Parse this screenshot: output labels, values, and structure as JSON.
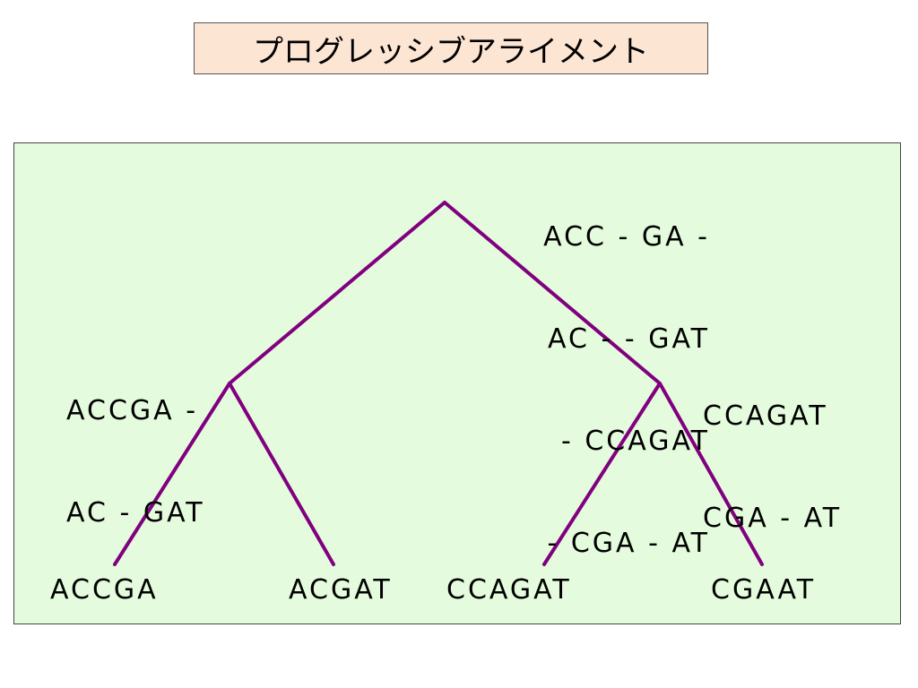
{
  "title": "プログレッシブアライメント",
  "colors": {
    "title_bg": "#fde5d3",
    "panel_bg": "#e5fbdd",
    "edge": "#800080"
  },
  "tree": {
    "root_alignment": [
      "ACC - GA -",
      "AC - - GAT",
      "- CCAGAT",
      "- CGA - AT"
    ],
    "left_alignment": [
      "ACCGA -",
      "AC - GAT"
    ],
    "right_alignment": [
      "CCAGAT",
      "CGA - AT"
    ],
    "leaves": [
      "ACCGA",
      "ACGAT",
      "CCAGAT",
      "CGAAT"
    ]
  }
}
